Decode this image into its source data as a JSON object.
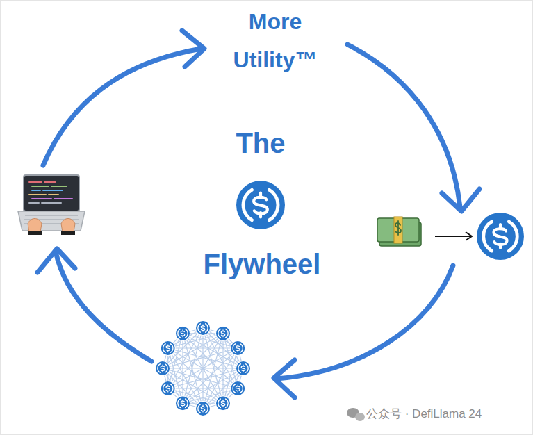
{
  "diagram": {
    "labels": [
      "More Utility™",
      "The",
      "Flywheel",
      "公众号 · DefiLlama 24"
    ]
  }
}
